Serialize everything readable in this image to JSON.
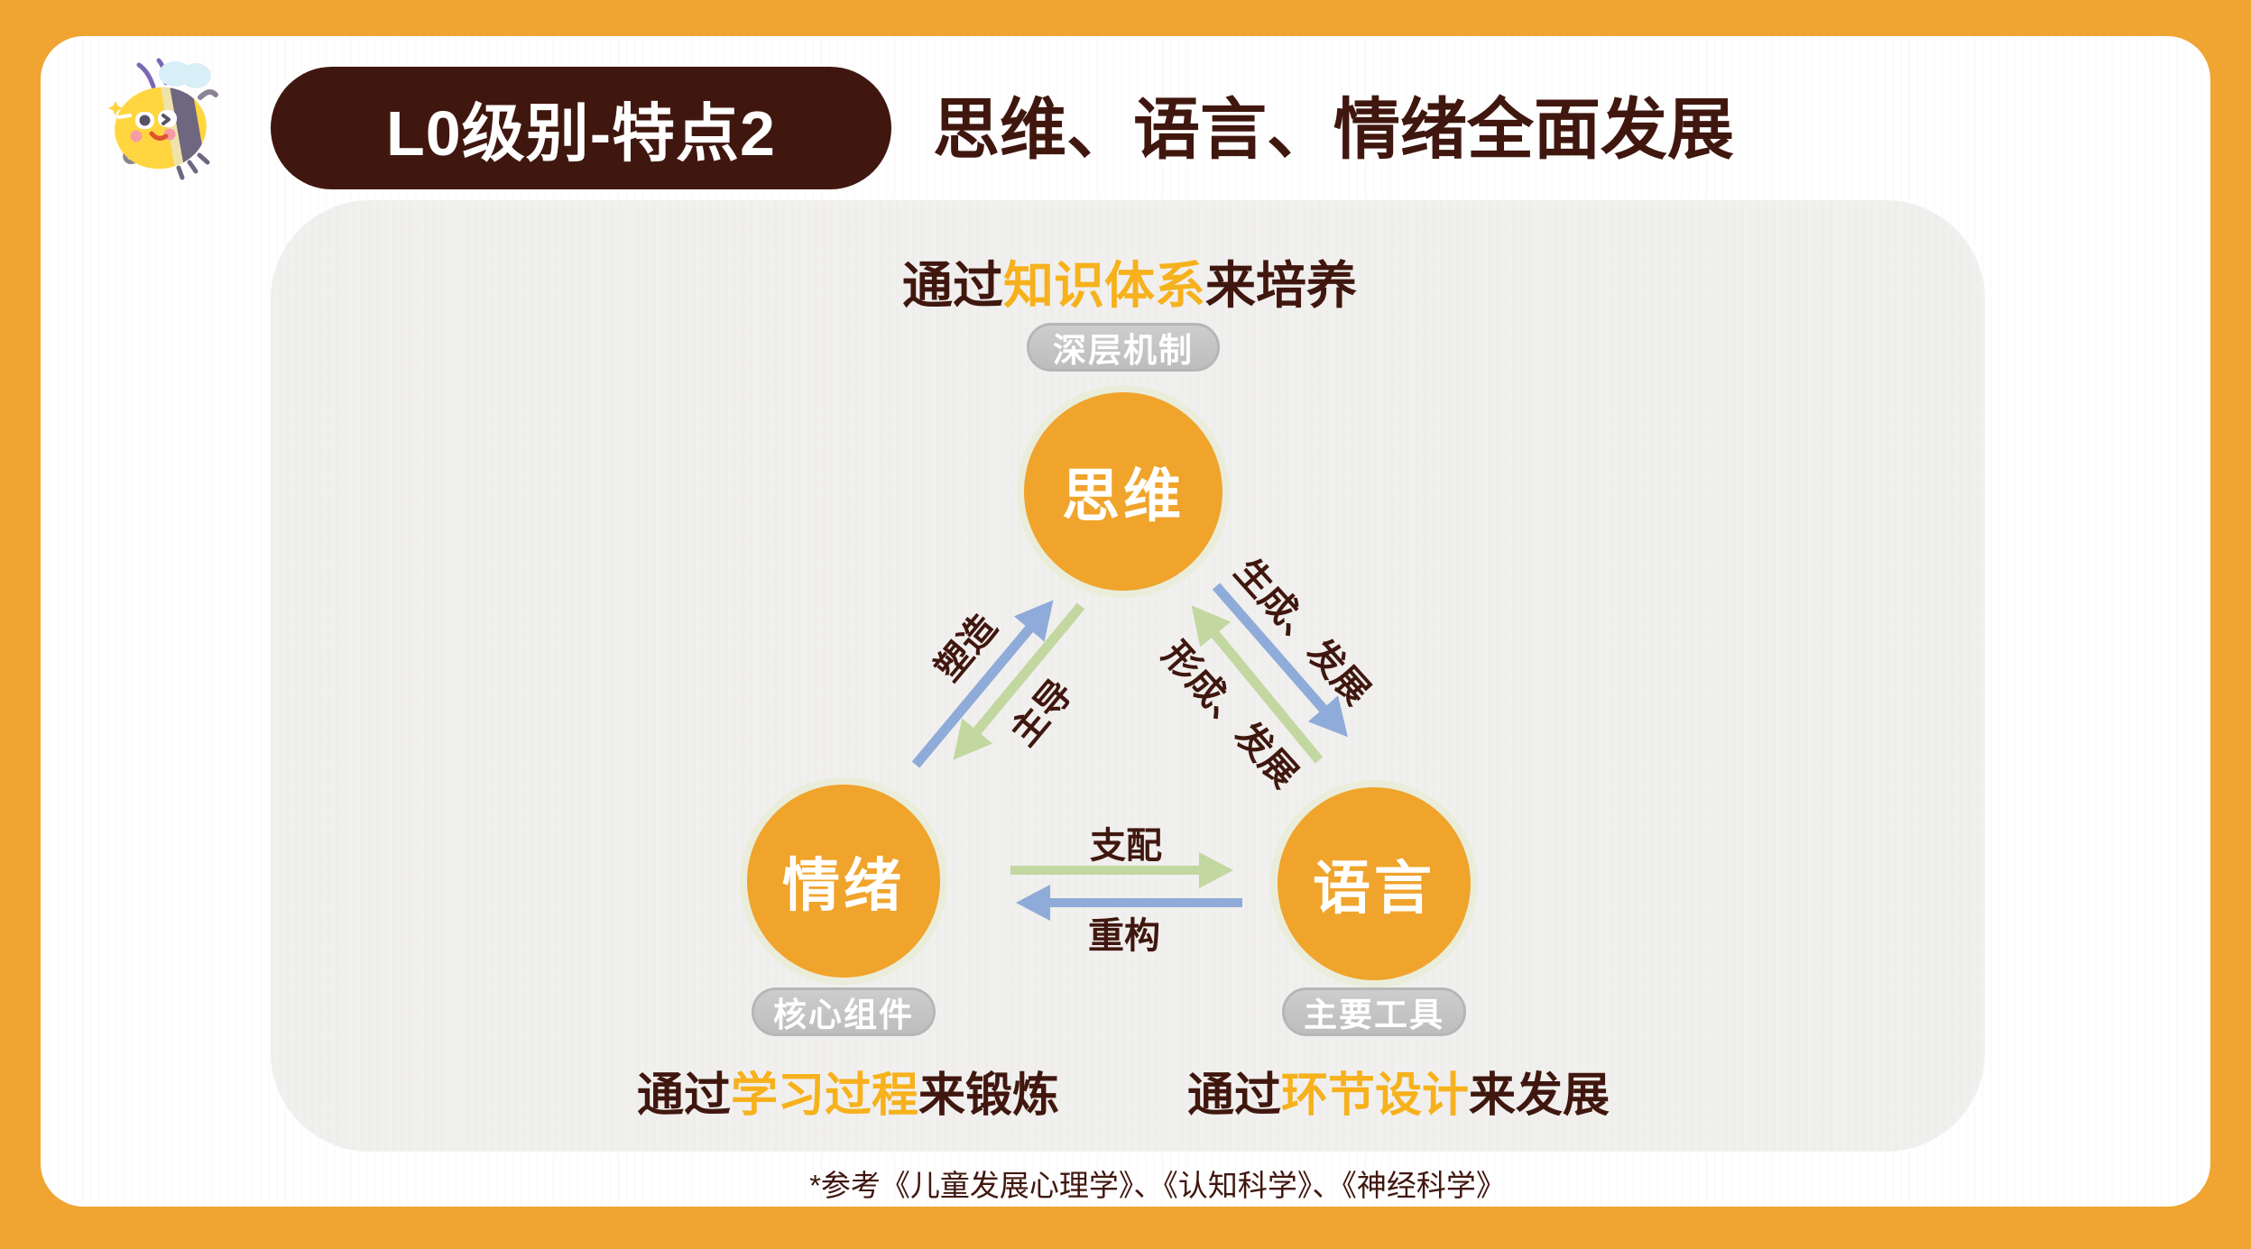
{
  "header": {
    "badge_label": "L0级别-特点2",
    "title": "思维、语言、情绪全面发展"
  },
  "diagram": {
    "top_caption": {
      "prefix": "通过",
      "highlight": "知识体系",
      "suffix": "来培养"
    },
    "nodes": {
      "thinking": {
        "label": "思维",
        "tag": "深层机制"
      },
      "emotion": {
        "label": "情绪",
        "tag": "核心组件"
      },
      "language": {
        "label": "语言",
        "tag": "主要工具"
      }
    },
    "edges": {
      "emotion_to_thinking": {
        "label": "塑造",
        "color": "#8FABD9",
        "direction": "up-right"
      },
      "thinking_to_emotion": {
        "label": "主导",
        "color": "#C3D7A0",
        "direction": "down-left"
      },
      "thinking_to_language": {
        "label": "生成、发展",
        "color": "#8FABD9",
        "direction": "down-right"
      },
      "language_to_thinking": {
        "label": "形成、发展",
        "color": "#C3D7A0",
        "direction": "up-left"
      },
      "emotion_to_language": {
        "label": "支配",
        "color": "#C3D7A0",
        "direction": "right"
      },
      "language_to_emotion": {
        "label": "重构",
        "color": "#8FABD9",
        "direction": "left"
      }
    },
    "bottom_left_caption": {
      "prefix": "通过",
      "highlight": "学习过程",
      "suffix": "来锻炼"
    },
    "bottom_right_caption": {
      "prefix": "通过",
      "highlight": "环节设计",
      "suffix": "来发展"
    }
  },
  "footer": {
    "reference": "*参考《儿童发展心理学》、《认知科学》、《神经科学》"
  },
  "colors": {
    "frame_orange": "#F0A431",
    "dark_maroon": "#40170F",
    "highlight_gold": "#F6B11C",
    "node_orange": "#F0A42C",
    "node_ring": "#EAEDDA",
    "pill_gray": "#C6C6C6",
    "arrow_blue": "#8FABD9",
    "arrow_green": "#C3D7A0",
    "panel_gray": "#F1F0EE"
  }
}
